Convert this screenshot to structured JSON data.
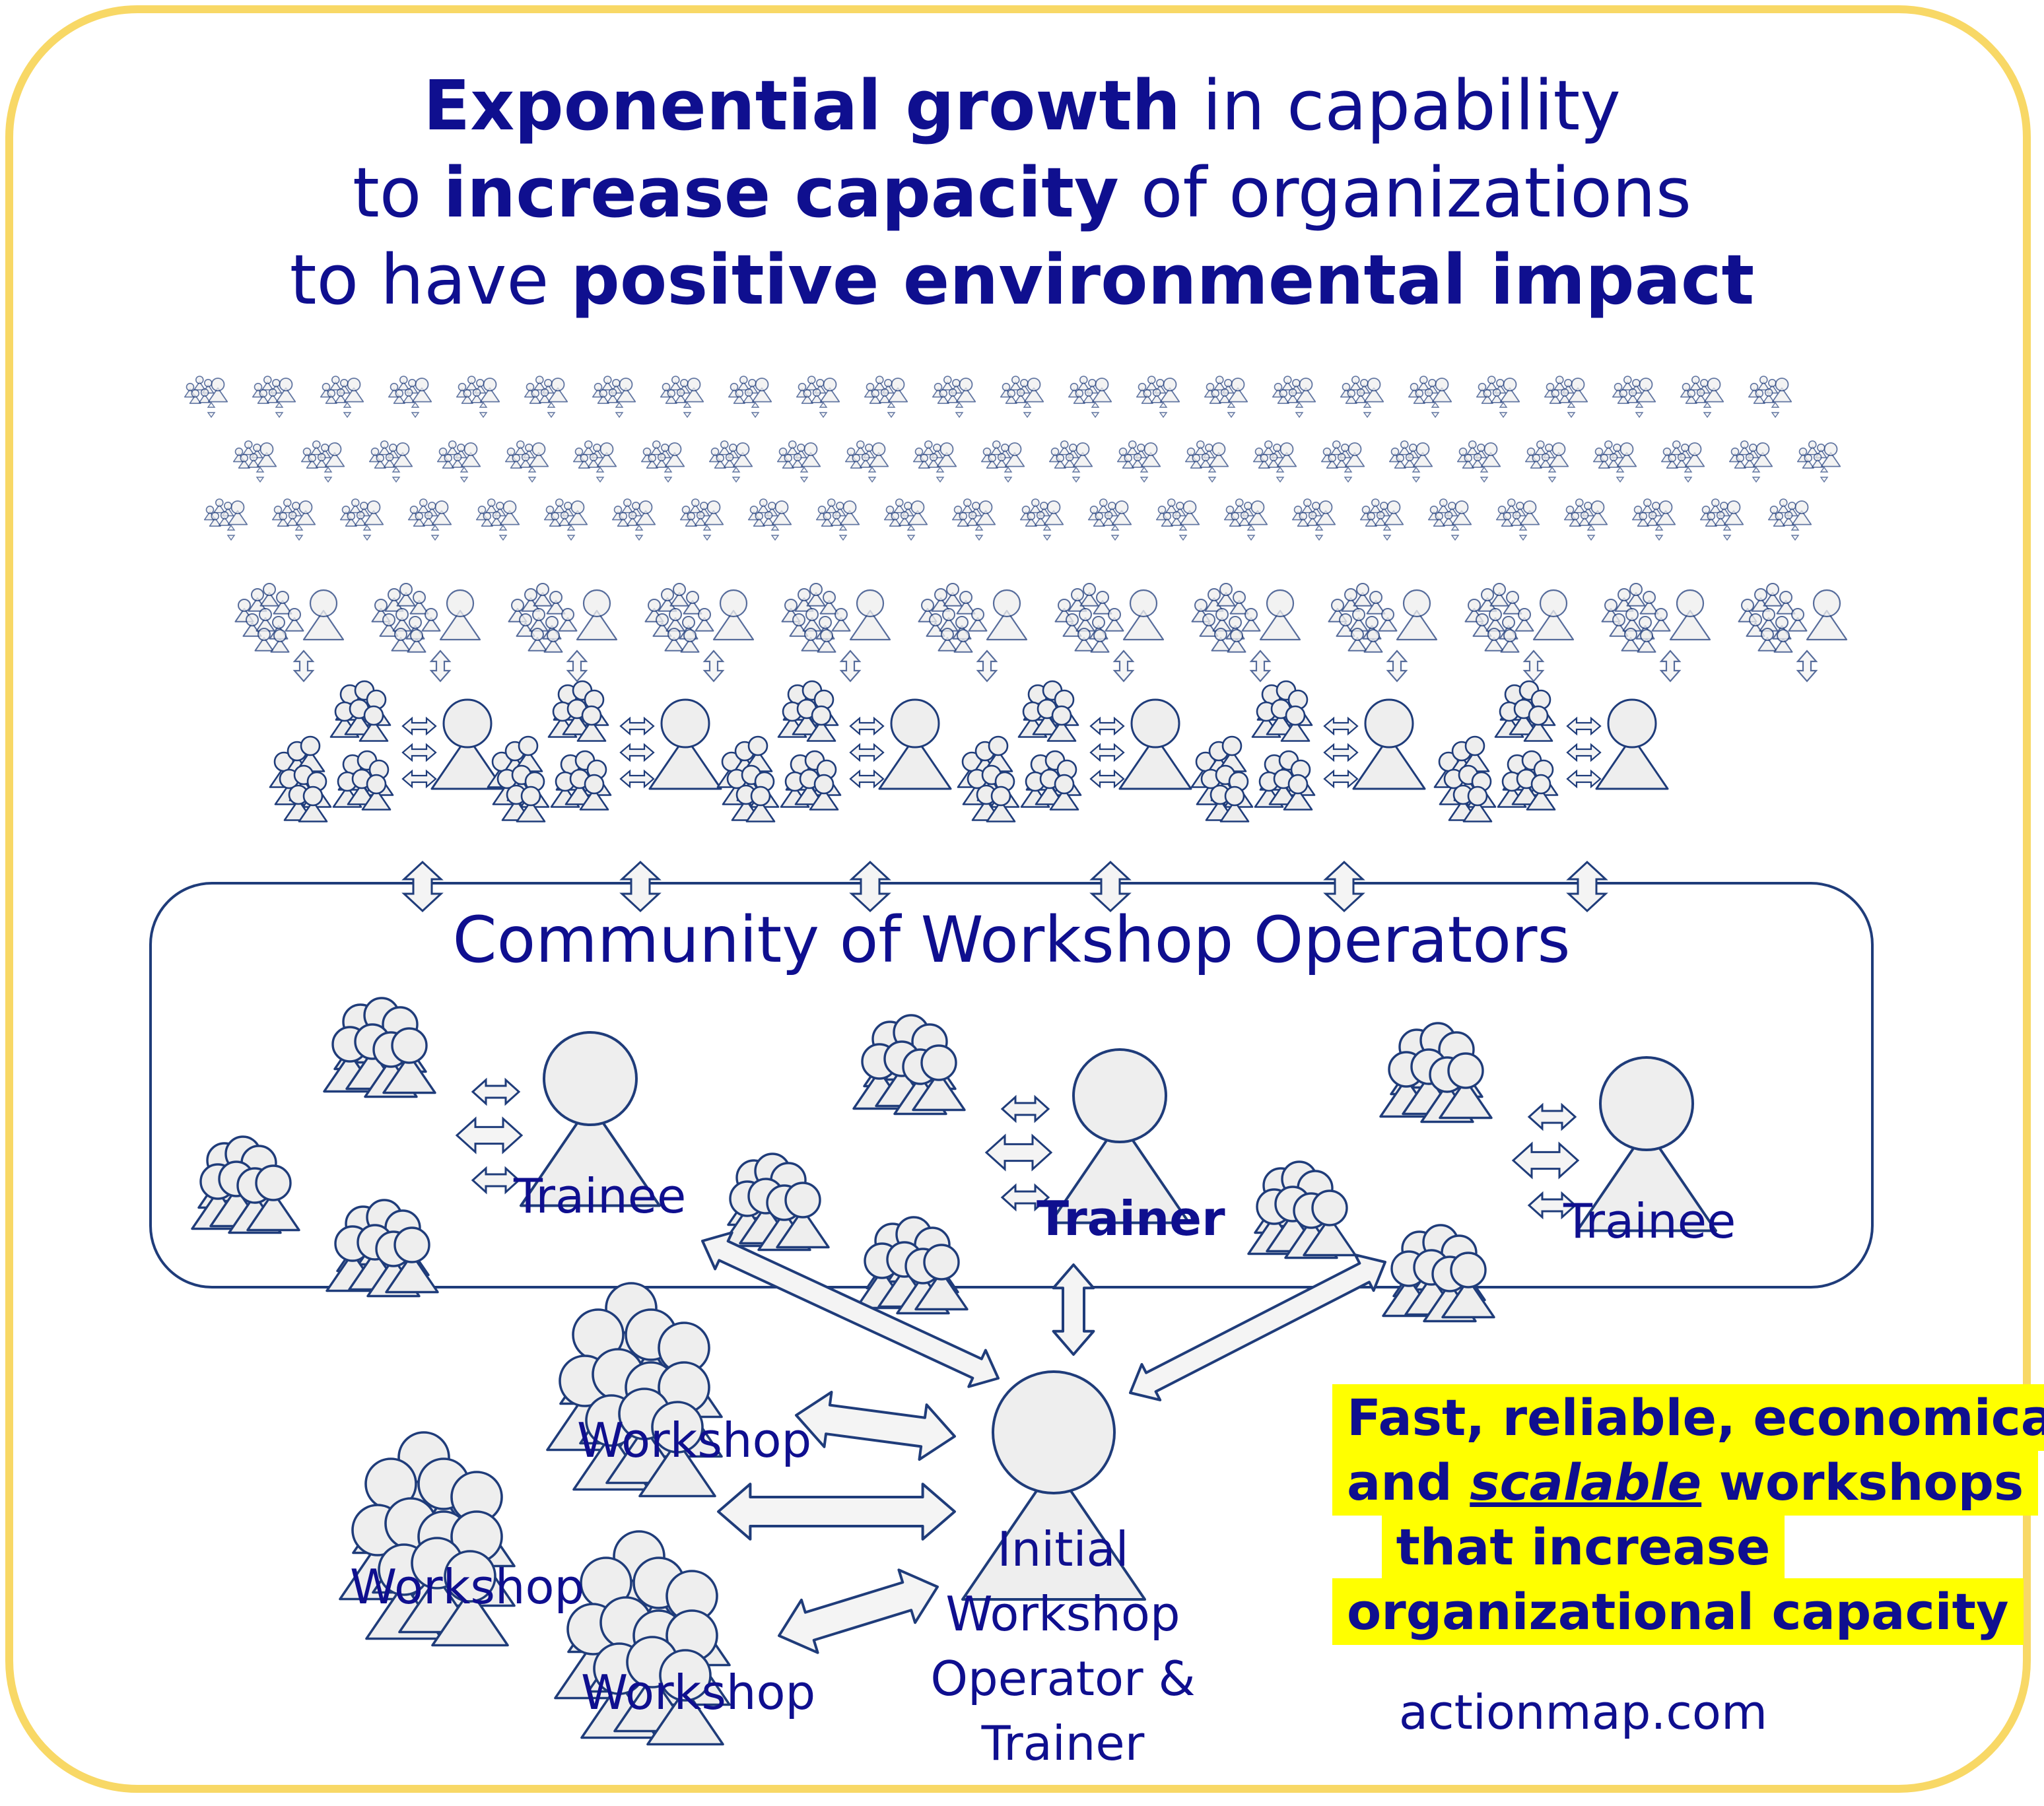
{
  "heading": {
    "line1": {
      "bold": "Exponential growth",
      "rest": " in capability"
    },
    "line2": {
      "pre": "to ",
      "bold": "increase capacity",
      "rest": " of organizations"
    },
    "line3": {
      "pre": "to have ",
      "bold": "positive environmental impact"
    }
  },
  "community": {
    "title": "Community of Workshop Operators",
    "labels": {
      "left": "Trainee",
      "center": "Trainer",
      "right": "Trainee"
    }
  },
  "initial": {
    "line1": "Initial",
    "line2": "Workshop",
    "line3": "Operator &",
    "line4": "Trainer"
  },
  "workshops": [
    "Workshop",
    "Workshop",
    "Workshop"
  ],
  "highlight": {
    "line1": "Fast, reliable, economical",
    "line2_pre": "and ",
    "line2_em": "scalable",
    "line2_post": " workshops",
    "line3": "that increase",
    "line4": "organizational capacity"
  },
  "website": "actionmap.com",
  "colors": {
    "frame": "#f8d866",
    "text": "#0f0f8f",
    "stroke": "#1f3c7a",
    "figure_fill": "#eeeeee",
    "highlight": "#ffff00"
  }
}
